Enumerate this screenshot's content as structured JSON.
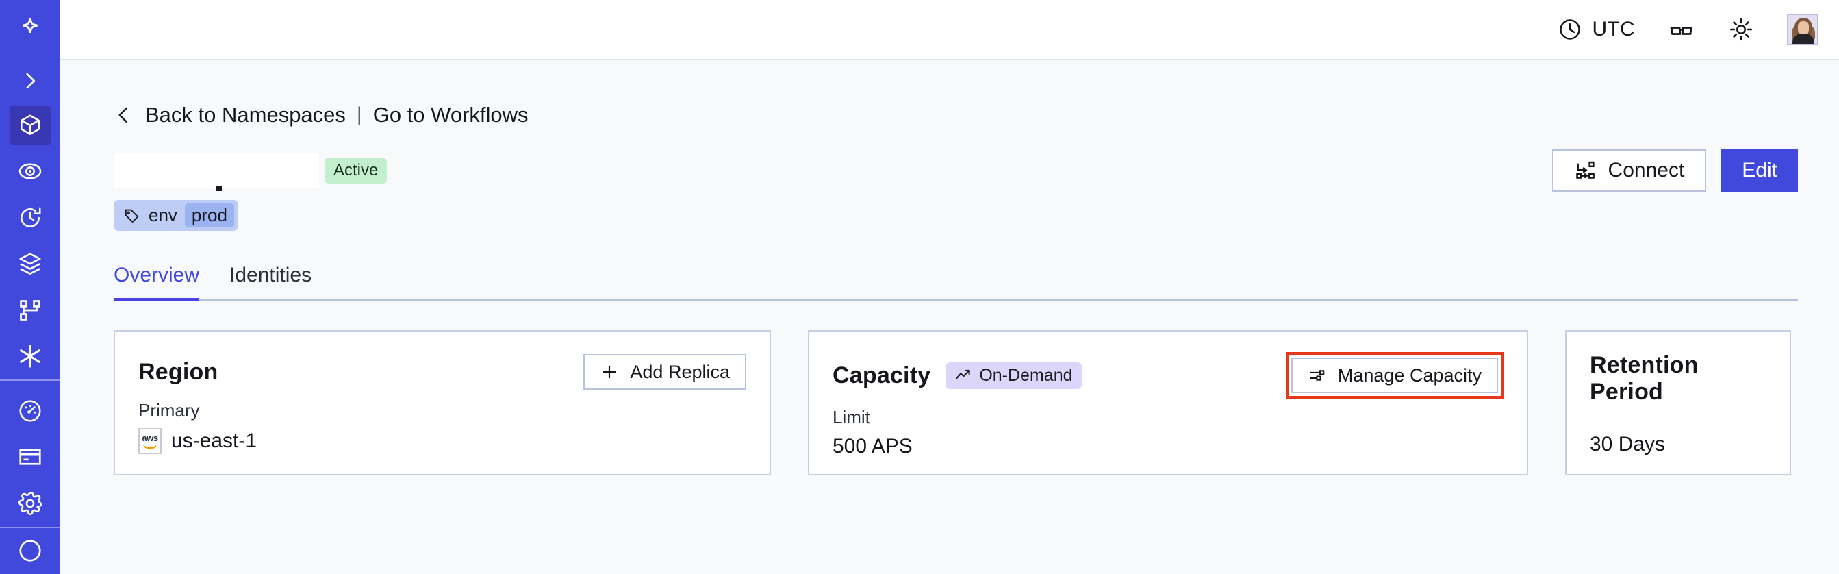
{
  "sidebar": {
    "logo_icon": "temporal-logo-icon",
    "collapse_icon": "chevron-right-icon",
    "items": [
      {
        "name": "namespaces",
        "icon": "cube-icon",
        "active": true
      },
      {
        "name": "observability",
        "icon": "eye-icon",
        "active": false
      },
      {
        "name": "schedules",
        "icon": "clock-rotate-icon",
        "active": false
      },
      {
        "name": "batch-operations",
        "icon": "layers-icon",
        "active": false
      },
      {
        "name": "workflows",
        "icon": "workflow-graph-icon",
        "active": false
      },
      {
        "name": "nexus",
        "icon": "asterisk-icon",
        "active": false
      },
      {
        "name": "usage",
        "icon": "gauge-icon",
        "active": false
      },
      {
        "name": "billing",
        "icon": "credit-card-icon",
        "active": false
      },
      {
        "name": "settings",
        "icon": "gear-icon",
        "active": false
      }
    ]
  },
  "topbar": {
    "timezone_label": "UTC",
    "clock_icon": "clock-icon",
    "glasses_icon": "glasses-icon",
    "theme_icon": "sun-icon",
    "avatar_icon": "user-avatar"
  },
  "breadcrumb": {
    "back_icon": "chevron-left-icon",
    "back_label": "Back to Namespaces",
    "separator": "|",
    "forward_label": "Go to Workflows"
  },
  "namespace": {
    "title": "",
    "status_badge": "Active",
    "tag": {
      "icon": "tag-icon",
      "key": "env",
      "value": "prod"
    }
  },
  "actions": {
    "connect_label": "Connect",
    "connect_icon": "connect-flow-icon",
    "edit_label": "Edit"
  },
  "tabs": [
    {
      "label": "Overview",
      "active": true
    },
    {
      "label": "Identities",
      "active": false
    }
  ],
  "cards": {
    "region": {
      "title": "Region",
      "add_replica_label": "Add Replica",
      "add_replica_icon": "plus-icon",
      "sub_label": "Primary",
      "provider_icon": "aws-icon",
      "value": "us-east-1"
    },
    "capacity": {
      "title": "Capacity",
      "pill_label": "On-Demand",
      "pill_icon": "trend-up-icon",
      "manage_label": "Manage Capacity",
      "manage_icon": "sliders-icon",
      "sub_label": "Limit",
      "value": "500 APS",
      "highlight_color": "#e8381a"
    },
    "retention": {
      "title": "Retention Period",
      "value": "30 Days"
    }
  },
  "colors": {
    "brand": "#4149dd",
    "sidebar_active": "#3a37b5",
    "tab_active": "#4a43e6",
    "status_active_bg": "#c3efcf",
    "tag_bg": "#bdcdf5",
    "pill_bg": "#ddd6fb",
    "page_bg": "#f8f9fb",
    "highlight": "#e8381a"
  }
}
